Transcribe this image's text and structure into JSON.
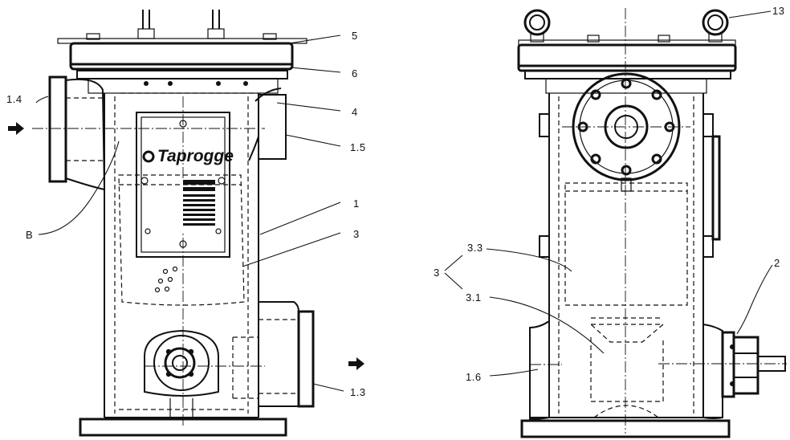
{
  "brand": {
    "name": "Taprogge"
  },
  "labels": {
    "l_1_4": "1.4",
    "l_5": "5",
    "l_6": "6",
    "l_4": "4",
    "l_1_5": "1.5",
    "l_b": "B",
    "l_1": "1",
    "l_3": "3",
    "l_1_3": "1.3",
    "l_13": "13",
    "l_3_3": "3.3",
    "l_3_group": "3",
    "l_3_1": "3.1",
    "l_2": "2",
    "l_1_6": "1.6"
  },
  "icons": {
    "inlet_arrow": "arrow-right-icon",
    "outlet_arrow": "arrow-right-icon"
  }
}
